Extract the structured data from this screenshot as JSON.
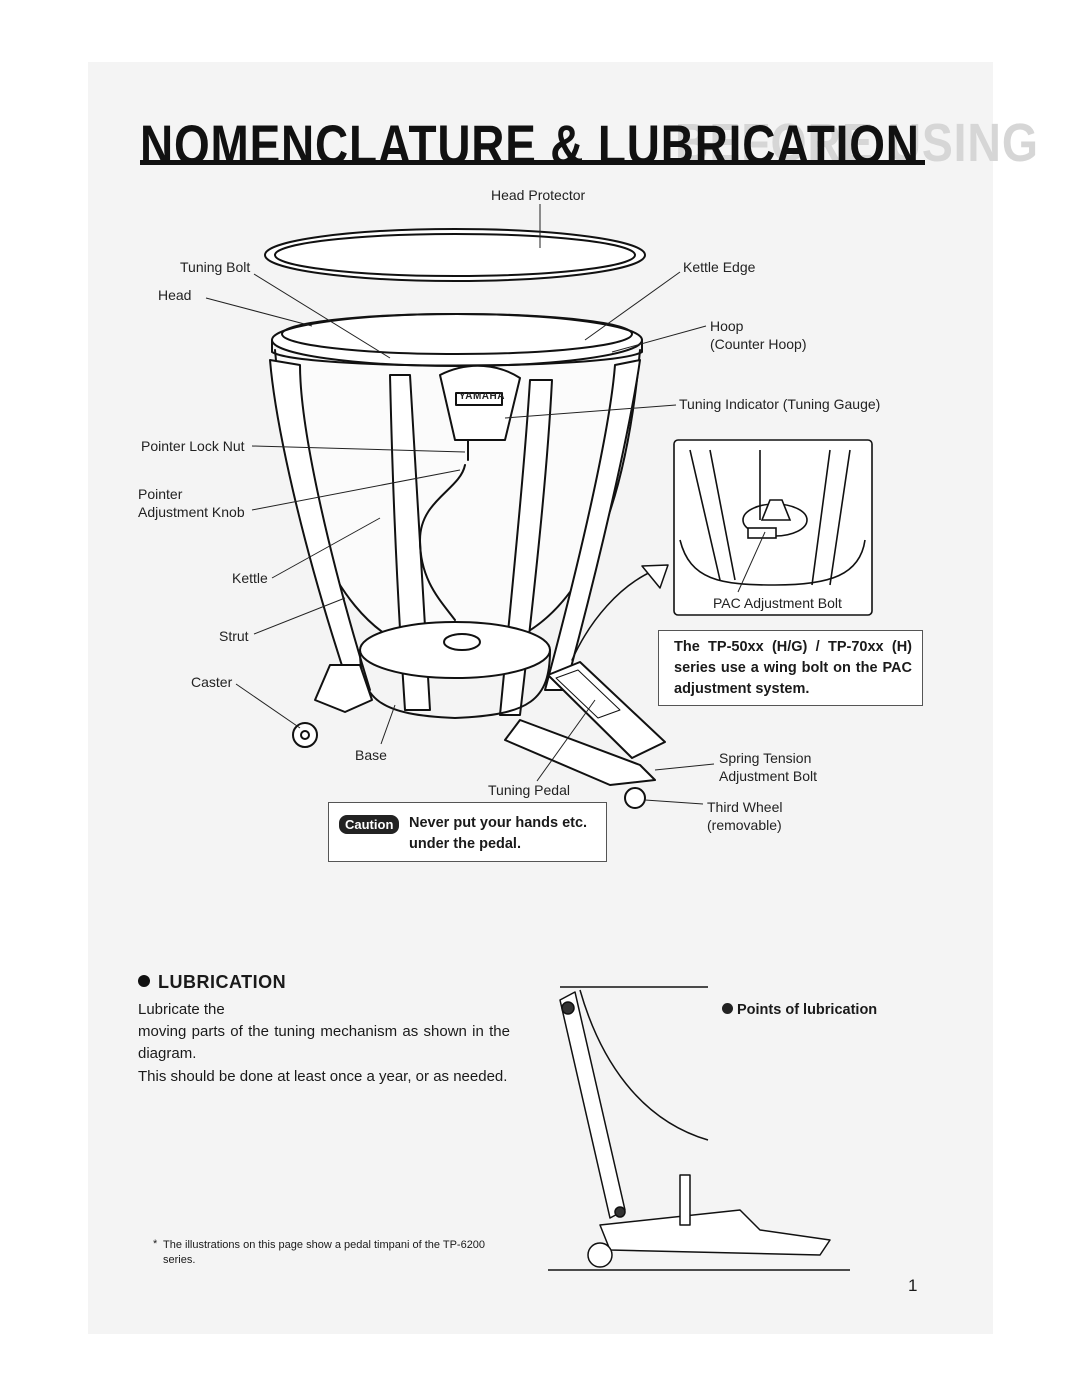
{
  "page": {
    "title": "NOMENCLATURE & LUBRICATION",
    "ghost_text": "BEFORE USING",
    "page_number": "1"
  },
  "labels": {
    "head_protector": "Head Protector",
    "tuning_bolt": "Tuning Bolt",
    "kettle_edge": "Kettle Edge",
    "head": "Head",
    "hoop": "Hoop",
    "counter_hoop": "(Counter Hoop)",
    "tuning_indicator": "Tuning Indicator (Tuning Gauge)",
    "pointer_lock_nut": "Pointer Lock Nut",
    "pointer": "Pointer",
    "pointer_adjustment_knob": "Adjustment Knob",
    "kettle": "Kettle",
    "strut": "Strut",
    "caster": "Caster",
    "base": "Base",
    "tuning_pedal": "Tuning Pedal",
    "pac_adjustment_bolt": "PAC Adjustment Bolt",
    "spring_tension": "Spring Tension",
    "spring_tension_2": "Adjustment Bolt",
    "third_wheel": "Third Wheel",
    "third_wheel_2": "(removable)",
    "brand": "YAMAHA"
  },
  "caution": {
    "badge": "Caution",
    "line1": "Never put your hands etc.",
    "line2": "under the pedal."
  },
  "pac_note": {
    "text": "The TP-50xx (H/G) / TP-70xx (H) series use a wing bolt on the PAC adjustment system."
  },
  "lubrication": {
    "heading": "LUBRICATION",
    "p1": "Lubricate the",
    "p2": "moving parts of the tuning mechanism as shown in the diagram.",
    "p3": "This should be done at least once a year, or as needed.",
    "points_label": "Points of lubrication"
  },
  "footnote": {
    "star": "*",
    "text": "The illustrations on this page show a pedal timpani of the TP-6200 series."
  }
}
